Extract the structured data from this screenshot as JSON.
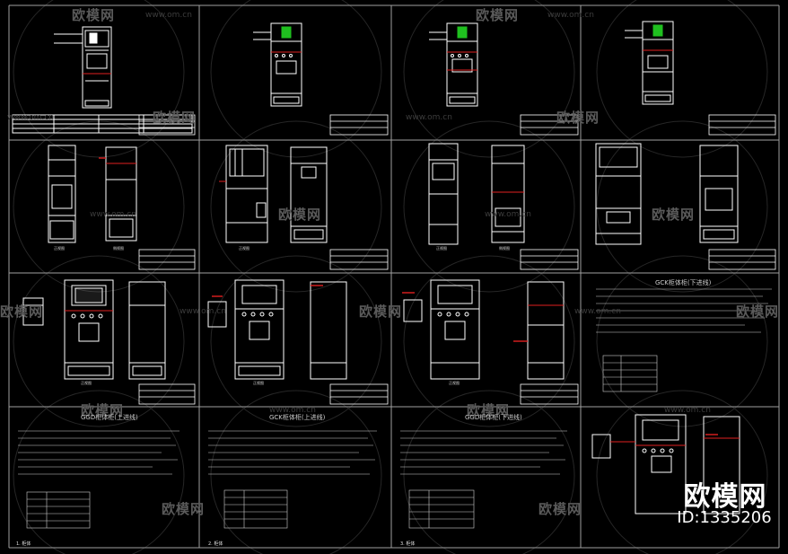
{
  "watermark": {
    "text": "欧模网",
    "url": "www.om.cn"
  },
  "brand": {
    "name": "欧模网",
    "id": "ID:1335206"
  },
  "notes": {
    "panel_note_a": "GGD柜体柜(上进线)",
    "panel_note_b": "GCK柜体柜(上进线)",
    "panel_note_c": "GGD柜体柜(下进线)",
    "panel_note_d": "GCK柜体柜(下进线)"
  },
  "labels": {
    "front_view": "正视图",
    "back_view": "侧视图",
    "page1": "1. 柜体",
    "page2": "2. 柜体",
    "page3": "3. 柜体"
  },
  "colors": {
    "background": "#000000",
    "line": "#ffffff",
    "accent_red": "#e02020",
    "accent_green": "#1fc01f",
    "grid": "#9a9a9a",
    "circle": "#2a2a2a"
  }
}
